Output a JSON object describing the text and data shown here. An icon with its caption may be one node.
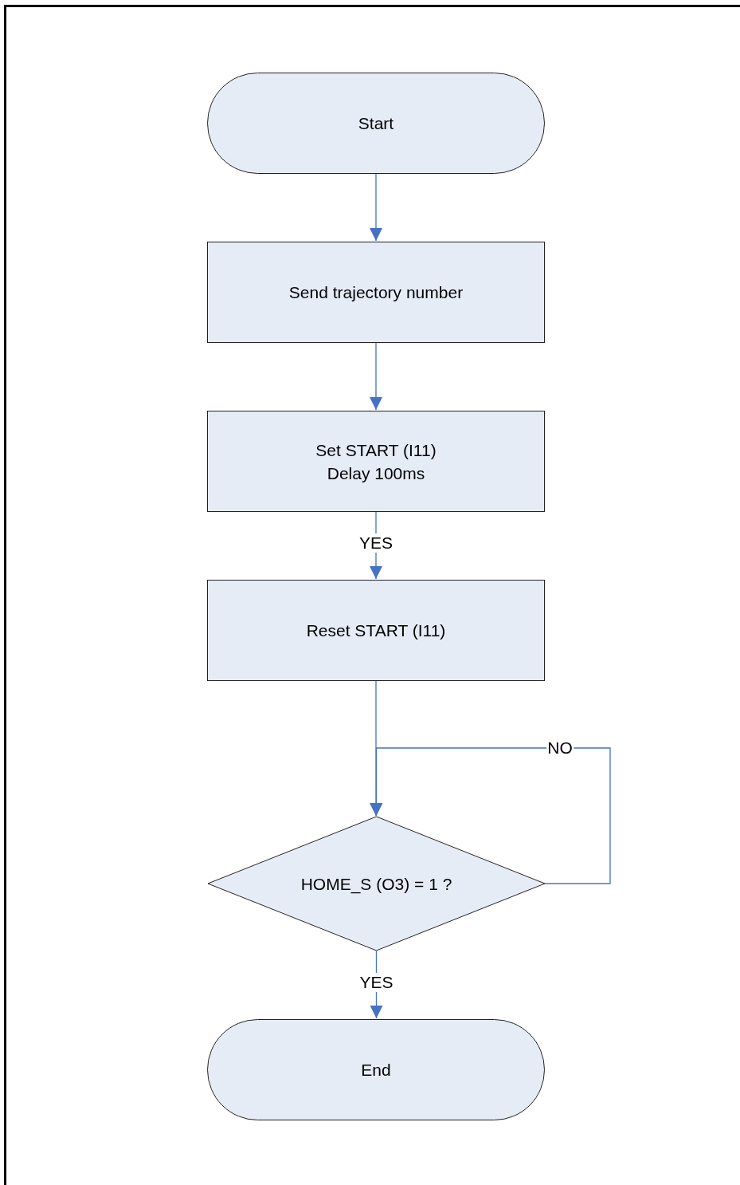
{
  "diagram": {
    "nodes": [
      {
        "text": [
          "Start"
        ]
      },
      {
        "text": [
          "Send trajectory number"
        ]
      },
      {
        "text": [
          "Set START (I11) Delay 100ms"
        ]
      },
      {
        "text": [
          "Reset START (I11)"
        ]
      },
      {
        "text": [
          "HOME_S (O3) = 1 ?"
        ]
      },
      {
        "text": [
          "End"
        ]
      }
    ],
    "edges": [
      {
        "from": 0,
        "to": 1,
        "arrow": "to"
      },
      {
        "from": 1,
        "to": 2,
        "arrow": "to"
      },
      {
        "from": 2,
        "to": 3,
        "arrow": "to",
        "label": "YES"
      },
      {
        "from": 3,
        "to": 4,
        "arrow": "to"
      },
      {
        "from": 4,
        "to": 4,
        "arrow": "to",
        "label": "NO"
      },
      {
        "from": 4,
        "to": 5,
        "arrow": "to",
        "label": "YES"
      }
    ]
  }
}
